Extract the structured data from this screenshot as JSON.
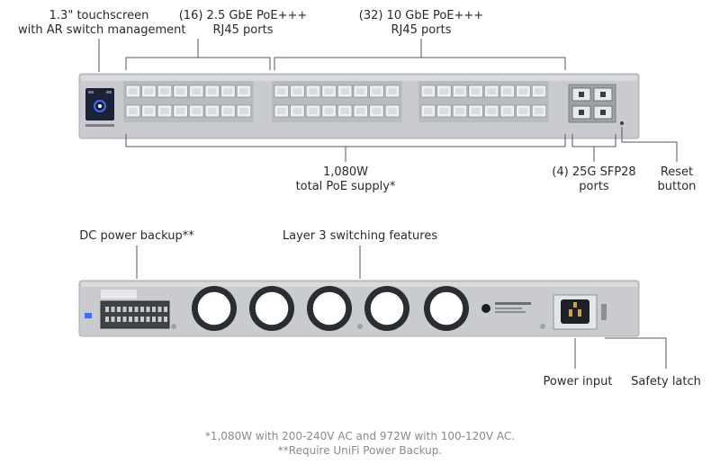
{
  "callouts": {
    "touchscreen": {
      "line1": "1.3\" touchscreen",
      "line2": "with AR switch management"
    },
    "gbe25": {
      "line1": "(16) 2.5 GbE PoE+++",
      "line2": "RJ45 ports"
    },
    "gbe10": {
      "line1": "(32) 10 GbE PoE+++",
      "line2": "RJ45 ports"
    },
    "poe_supply": {
      "line1": "1,080W",
      "line2": "total PoE supply*"
    },
    "sfp28": {
      "line1": "(4) 25G SFP28",
      "line2": "ports"
    },
    "reset": {
      "line1": "Reset",
      "line2": "button"
    },
    "dc_backup": {
      "line1": "DC power backup**"
    },
    "layer3": {
      "line1": "Layer 3 switching features"
    },
    "power_input": {
      "line1": "Power input"
    },
    "safety_latch": {
      "line1": "Safety latch"
    }
  },
  "footnotes": {
    "note1": "*1,080W with 200-240V AC and 972W with 100-120V AC.",
    "note2": "**Require UniFi Power Backup."
  },
  "colors": {
    "chassis": "#c9cbce",
    "chassis_dark": "#a9acb0",
    "port_face": "#eef0f2",
    "screen": "#1b2236",
    "screen_accent": "#3d6bff",
    "line": "#555555",
    "text": "#2a2a2a",
    "footnote": "#8a8a8a"
  }
}
